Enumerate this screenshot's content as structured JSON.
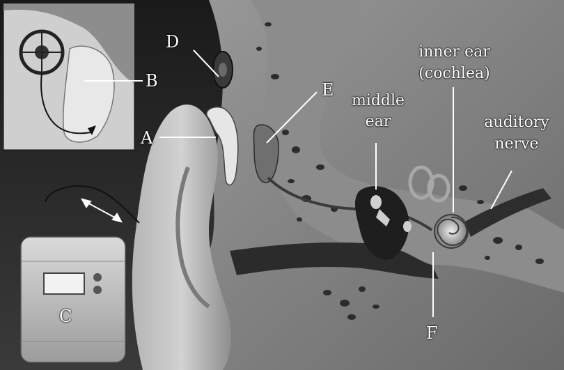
{
  "labels": {
    "A": "A",
    "B": "B",
    "C": "C",
    "D": "D",
    "E": "E",
    "F": "F",
    "middle_ear": [
      "middle",
      "ear"
    ],
    "inner_ear": [
      "inner ear",
      "(cochlea)"
    ],
    "auditory_nerve": [
      "auditory",
      "nerve"
    ]
  },
  "colors": {
    "background": "#2a2a2a",
    "label_text": "#ffffff",
    "leader_line": "#ffffff"
  }
}
